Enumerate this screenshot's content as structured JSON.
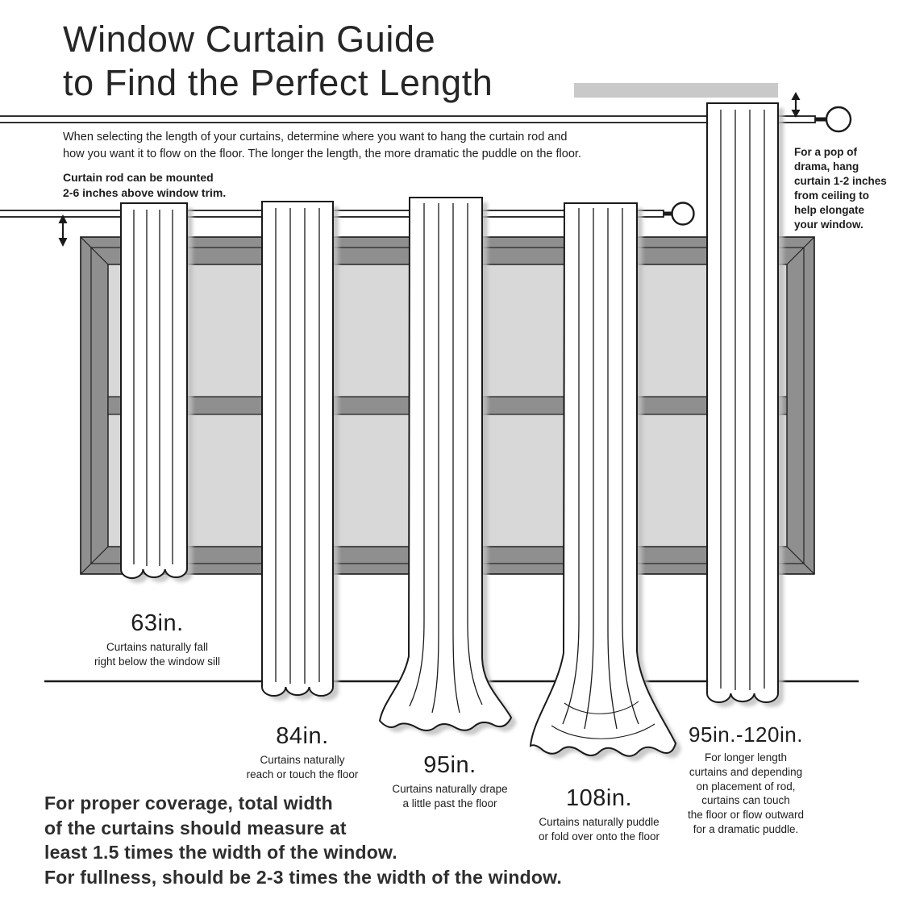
{
  "title": {
    "line1": "Window Curtain Guide",
    "line2": "to Find the Perfect Length"
  },
  "intro": "When selecting the length of your curtains, determine where you want to hang the curtain rod and\nhow you want it to flow on the floor. The longer the length, the more dramatic the puddle on the floor.",
  "rod_note": "Curtain rod can be mounted\n2-6 inches above window trim.",
  "ceiling_note": "For a pop of\ndrama, hang\ncurtain 1-2 inches\nfrom ceiling to\nhelp elongate\nyour window.",
  "curtains": [
    {
      "label": "63in.",
      "desc": "Curtains naturally fall\nright below the window sill"
    },
    {
      "label": "84in.",
      "desc": "Curtains naturally\nreach or touch the floor"
    },
    {
      "label": "95in.",
      "desc": "Curtains naturally drape\na little past the floor"
    },
    {
      "label": "108in.",
      "desc": "Curtains naturally puddle\nor fold over onto the floor"
    },
    {
      "label": "95in.-120in.",
      "desc": "For longer length\ncurtains and depending\non placement of rod,\ncurtains can touch\nthe floor or flow outward\nfor a dramatic puddle."
    }
  ],
  "footer": "For proper coverage, total width\nof the curtains should measure at\nleast 1.5 times the width of the window.\nFor fullness, should be 2-3 times the width of the window.",
  "colors": {
    "ink": "#1a1a1a",
    "frame": "#8f8f8f",
    "pane": "#d8d8d8",
    "ceiling": "#c9c9c9",
    "shadow": "#bdbdbd"
  }
}
